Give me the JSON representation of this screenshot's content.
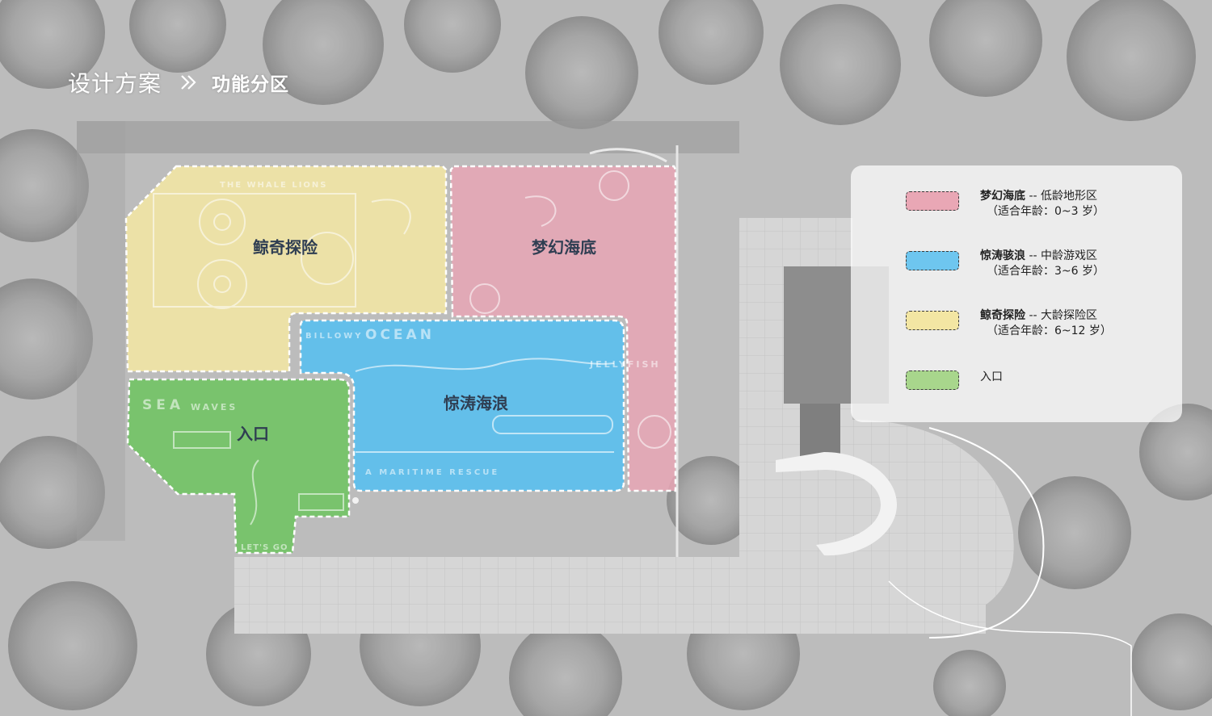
{
  "header": {
    "title": "设计方案",
    "subtitle": "功能分区"
  },
  "zones": {
    "whale": {
      "label": "鲸奇探险",
      "color": "#f3e6a3"
    },
    "dream": {
      "label": "梦幻海底",
      "color": "#e7a5b4"
    },
    "wave": {
      "label": "惊涛海浪",
      "color": "#66c3ef"
    },
    "entry": {
      "label": "入口",
      "color": "#7cc76c"
    }
  },
  "map_text": {
    "whale_lions": "THE WHALE LIONS",
    "billowy": "BILLOWY",
    "ocean": "OCEAN",
    "jellyfish": "JELLYFISH",
    "maritime": "A MARITIME RESCUE",
    "sea": "SEA",
    "waves": "WAVES",
    "lets_go": "LET'S GO"
  },
  "legend": [
    {
      "name": "梦幻海底",
      "desc": " -- 低龄地形区",
      "sub": "（适合年龄：0~3 岁）",
      "color": "#e9a7b5"
    },
    {
      "name": "惊涛骇浪",
      "desc": " -- 中龄游戏区",
      "sub": "（适合年龄：3~6 岁）",
      "color": "#6ec6ef"
    },
    {
      "name": "鲸奇探险",
      "desc": " -- 大龄探险区",
      "sub": "（适合年龄：6~12 岁）",
      "color": "#f3e6a3"
    },
    {
      "name": "入口",
      "desc": "",
      "sub": "",
      "color": "#a8d68c"
    }
  ]
}
